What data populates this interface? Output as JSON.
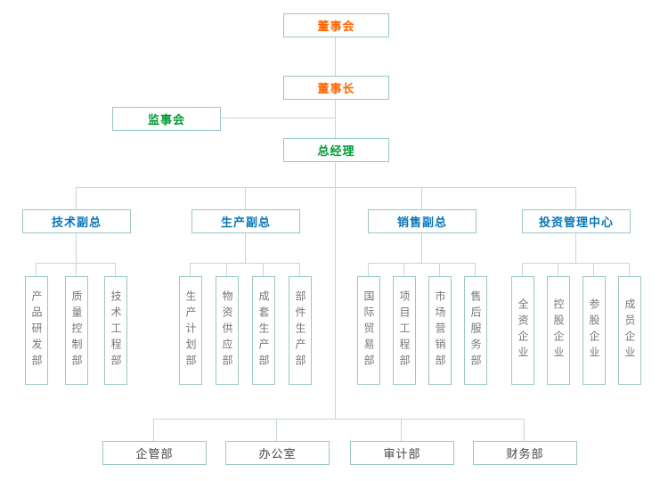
{
  "colors": {
    "orange": "#ff6600",
    "green": "#009933",
    "blue": "#0a76b8",
    "gray": "#777777",
    "dark": "#444444",
    "border": "#9cc6c6",
    "line": "#c8d6d6"
  },
  "top": {
    "board": "董事会",
    "chairman": "董事长",
    "supervisory": "监事会",
    "general_manager": "总经理"
  },
  "branches": [
    {
      "label": "技术副总",
      "departments": [
        "产品研发部",
        "质量控制部",
        "技术工程部"
      ]
    },
    {
      "label": "生产副总",
      "departments": [
        "生产计划部",
        "物资供应部",
        "成套生产部",
        "部件生产部"
      ]
    },
    {
      "label": "销售副总",
      "departments": [
        "国际贸易部",
        "项目工程部",
        "市场营销部",
        "售后服务部"
      ]
    },
    {
      "label": "投资管理中心",
      "departments": [
        "全资企业",
        "控股企业",
        "参股企业",
        "成员企业"
      ]
    }
  ],
  "bottom": [
    "企管部",
    "办公室",
    "审计部",
    "财务部"
  ]
}
